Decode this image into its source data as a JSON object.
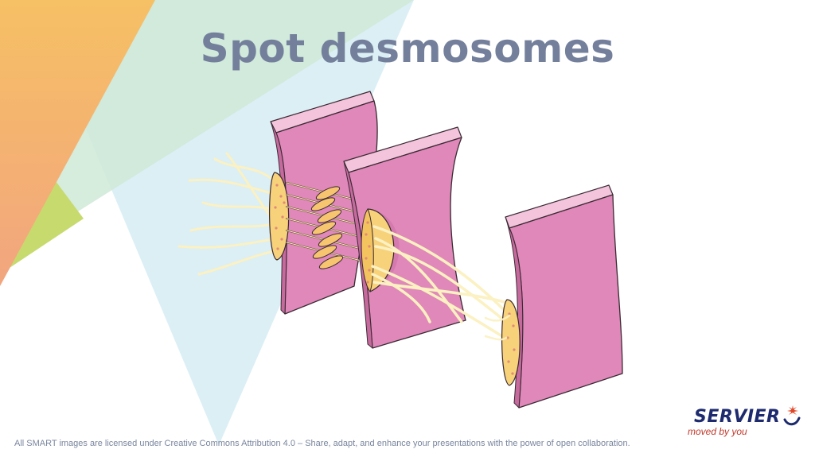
{
  "title": "Spot desmosomes",
  "footer": "All SMART images are licensed under Creative Commons Attribution 4.0 – Share, adapt, and enhance your presentations with the power of open collaboration.",
  "logo": {
    "name": "SERVIER",
    "tagline": "moved by you"
  },
  "colors": {
    "title": "#74809b",
    "membrane": "#df88b9",
    "membrane_edge": "#f3c4dc",
    "plaque": "#f7d27a",
    "filament": "#fbf1c2",
    "logo_text": "#1d2a6e",
    "logo_accent": "#e0482b"
  }
}
